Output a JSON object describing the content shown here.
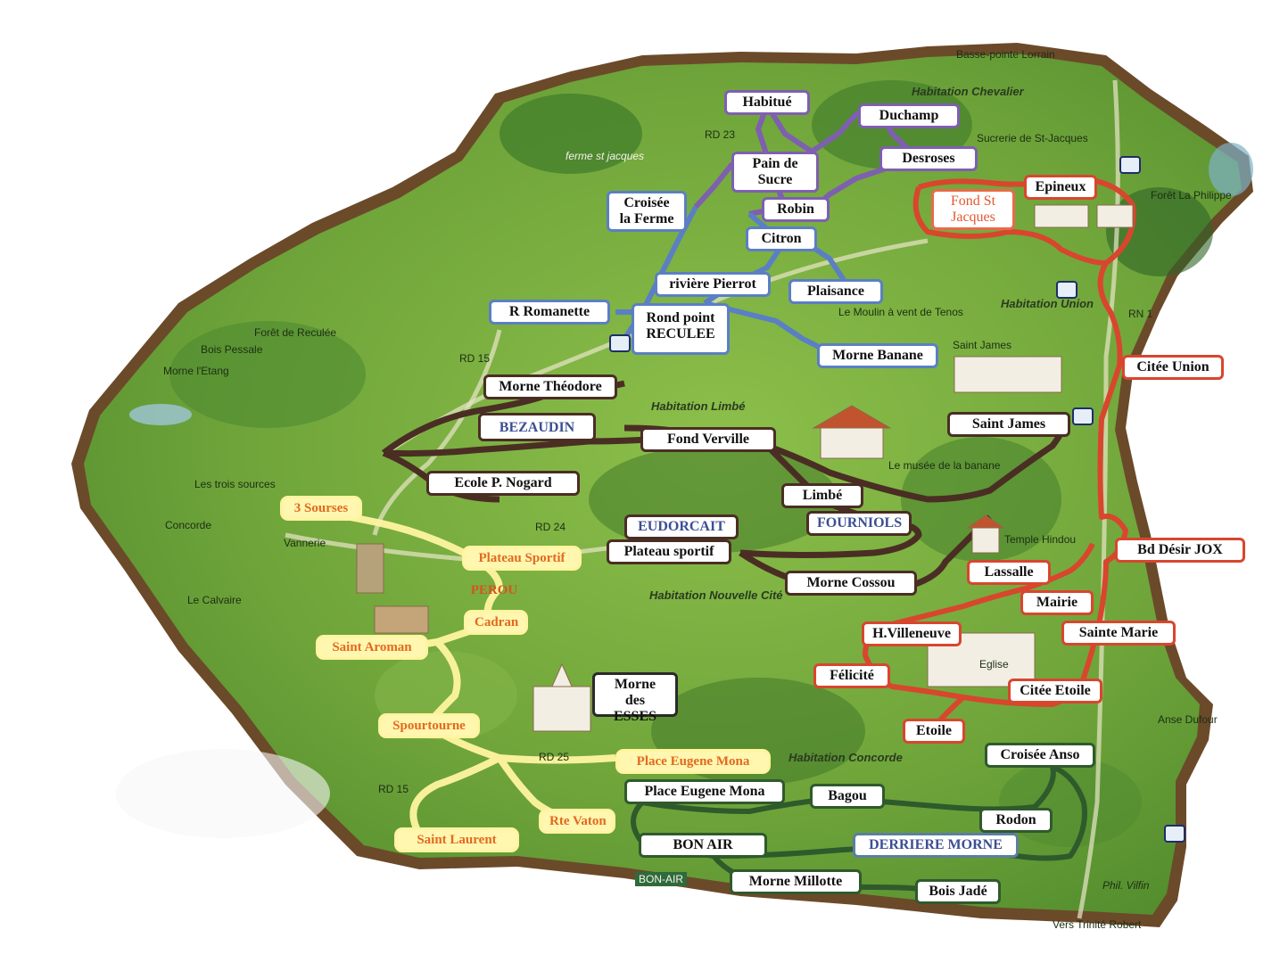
{
  "labels": {
    "habitue": "Habitué",
    "duchamp": "Duchamp",
    "desroses": "Desroses",
    "pain_de_sucre": "Pain de Sucre",
    "robin": "Robin",
    "croisee_la_ferme": "Croisée la Ferme",
    "citron": "Citron",
    "riviere_pierrot": "rivière Pierrot",
    "plaisance": "Plaisance",
    "r_romanette": "R Romanette",
    "rond_point_reculee": "Rond point RECULEE",
    "morne_banane": "Morne Banane",
    "epineux": "Epineux",
    "fond_st_jacques": "Fond St Jacques",
    "citee_union": "Citée Union",
    "saint_james": "Saint James",
    "morne_theodore": "Morne Théodore",
    "bezaudin": "BEZAUDIN",
    "fond_verville": "Fond Verville",
    "ecole_nogard": "Ecole P. Nogard",
    "limbe": "Limbé",
    "fourniols": "FOURNIOLS",
    "eudorcait": "EUDORCAIT",
    "plateau_sportif_dark": "Plateau sportif",
    "morne_cossou": "Morne Cossou",
    "bd_desir_jox": "Bd Désir JOX",
    "lassalle": "Lassalle",
    "mairie": "Mairie",
    "h_villeneuve": "H.Villeneuve",
    "sainte_marie": "Sainte Marie",
    "felicite": "Félicité",
    "citee_etoile": "Citée Etoile",
    "etoile": "Etoile",
    "croisee_anso": "Croisée Anso",
    "place_eugene_mona_green": "Place Eugene Mona",
    "bagou": "Bagou",
    "rodon": "Rodon",
    "bon_air": "BON AIR",
    "derriere_morne": "DERRIERE MORNE",
    "morne_millotte": "Morne Millotte",
    "bois_jade": "Bois Jadé",
    "morne_des_esses": "Morne des ESSES",
    "trois_sourses": "3 Sourses",
    "plateau_sportif_yellow": "Plateau Sportif",
    "perou": "PEROU",
    "cadran": "Cadran",
    "saint_aroman": "Saint Aroman",
    "spourtourne": "Spourtourne",
    "place_eugene_mona_yellow": "Place Eugene Mona",
    "rte_vaton": "Rte Vaton",
    "saint_laurent": "Saint Laurent"
  },
  "map_text": {
    "basse_pointe": "Basse-pointe Lorrain",
    "habitation_chevalier": "Habitation Chevalier",
    "sucrerie": "Sucrerie de St-Jacques",
    "ferme_st_jacques": "ferme st jacques",
    "rd23": "RD 23",
    "foret_philippe": "Forêt La Philippe",
    "rn1_top": "RN 1",
    "habitation_union": "Habitation Union",
    "moulin": "Le Moulin à vent de Tenos",
    "saint_james_map": "Saint James",
    "foret_reculee": "Forêt de Reculée",
    "bois_pessale": "Bois Pessale",
    "morne_etang": "Morne l'Etang",
    "rd15_top": "RD 15",
    "habitation_limbe": "Habitation Limbé",
    "musee_banane": "Le musée de la banane",
    "trois_sources": "Les trois sources",
    "concorde": "Concorde",
    "vannerie": "Vannerie",
    "rd24": "RD 24",
    "temple_hindou": "Temple Hindou",
    "le_calvaire": "Le Calvaire",
    "habitation_nouvelle_cite": "Habitation Nouvelle Cité",
    "eglise": "Eglise",
    "anse_dufour": "Anse Dufour",
    "rd25": "RD 25",
    "habitation_concorde": "Habitation Concorde",
    "rd15_bottom": "RD 15",
    "bon_air_sign": "BON-AIR",
    "vers_trinite": "Vers Trinité Robert",
    "signature": "Phil. Vilfin"
  },
  "colors": {
    "route_purple": "#7e5fb0",
    "route_blue": "#5b7fc4",
    "route_dark": "#4a2e24",
    "route_red": "#d8462e",
    "route_green": "#2f5a2c",
    "route_yellow": "#fff4a0",
    "land_green": "#6fa43a",
    "land_border": "#6b4a2a"
  }
}
